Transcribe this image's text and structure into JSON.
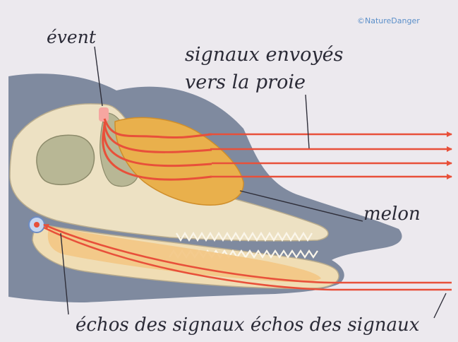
{
  "diagram": {
    "labels": {
      "blowhole": "évent",
      "signals_line1": "signaux envoyés",
      "signals_line2": "vers la proie",
      "melon": "melon",
      "echoes": "échos des signaux échos des signaux"
    },
    "copyright": "©NatureDanger",
    "colors": {
      "background": "#ece9ee",
      "dolphin_skin": "#7f8a9f",
      "bone": "#ede1c3",
      "melon": "#e9b04c",
      "signal_arrow": "#e8503a",
      "label_text": "#2a2a36",
      "copyright": "#5b8fc9"
    }
  }
}
